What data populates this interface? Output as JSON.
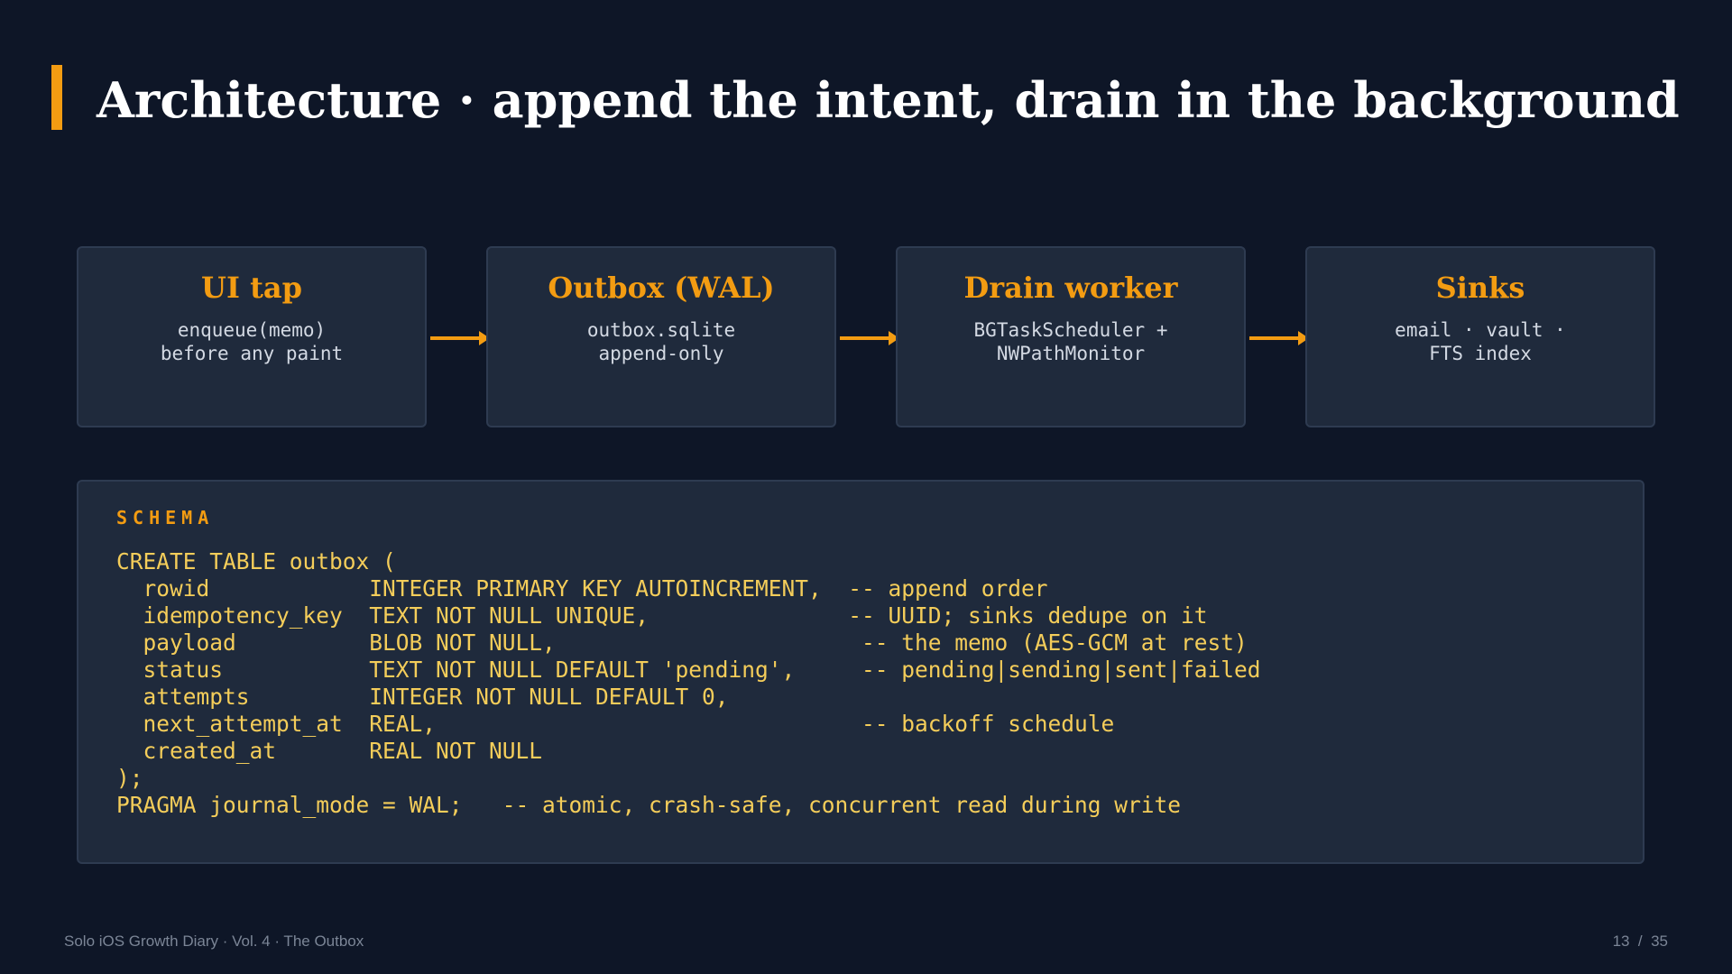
{
  "slide": {
    "title": "Architecture · append the intent, drain in the background",
    "accent_color": "#f39c12"
  },
  "flow": [
    {
      "title": "UI tap",
      "sub": "enqueue(memo)\nbefore any paint"
    },
    {
      "title": "Outbox (WAL)",
      "sub": "outbox.sqlite\nappend-only"
    },
    {
      "title": "Drain worker",
      "sub": "BGTaskScheduler +\nNWPathMonitor"
    },
    {
      "title": "Sinks",
      "sub": "email · vault ·\nFTS index"
    }
  ],
  "schema": {
    "label": "SCHEMA",
    "code": "CREATE TABLE outbox (\n  rowid            INTEGER PRIMARY KEY AUTOINCREMENT,  -- append order\n  idempotency_key  TEXT NOT NULL UNIQUE,               -- UUID; sinks dedupe on it\n  payload          BLOB NOT NULL,                       -- the memo (AES-GCM at rest)\n  status           TEXT NOT NULL DEFAULT 'pending',     -- pending|sending|sent|failed\n  attempts         INTEGER NOT NULL DEFAULT 0,\n  next_attempt_at  REAL,                                -- backoff schedule\n  created_at       REAL NOT NULL\n);\nPRAGMA journal_mode = WAL;   -- atomic, crash-safe, concurrent read during write"
  },
  "footer": {
    "deck": "Solo iOS Growth Diary · Vol. 4 · The Outbox",
    "page": "13  /  35"
  }
}
